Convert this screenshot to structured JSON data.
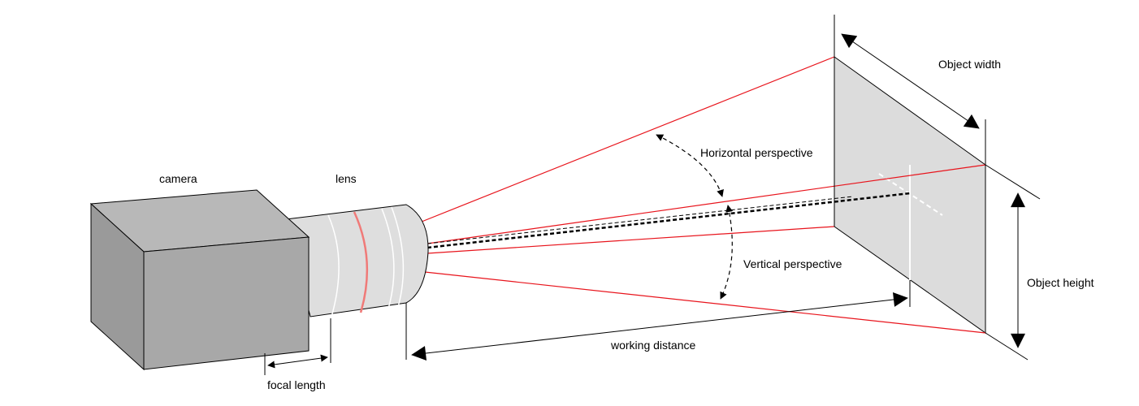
{
  "labels": {
    "camera": "camera",
    "lens": "lens",
    "object_width": "Object width",
    "object_height": "Object height",
    "horizontal_perspective": "Horizontal perspective",
    "vertical_perspective": "Vertical perspective",
    "working_distance": "working distance",
    "focal_length": "focal length"
  },
  "colors": {
    "ray": "#e8141c",
    "focus_ring": "#f07a78",
    "camera_front": "#a8a8a8",
    "camera_top": "#b8b8b8",
    "camera_side": "#9a9a9a",
    "lens_body": "#dedede",
    "object_plane": "#dcdcdc",
    "line": "#000000"
  }
}
